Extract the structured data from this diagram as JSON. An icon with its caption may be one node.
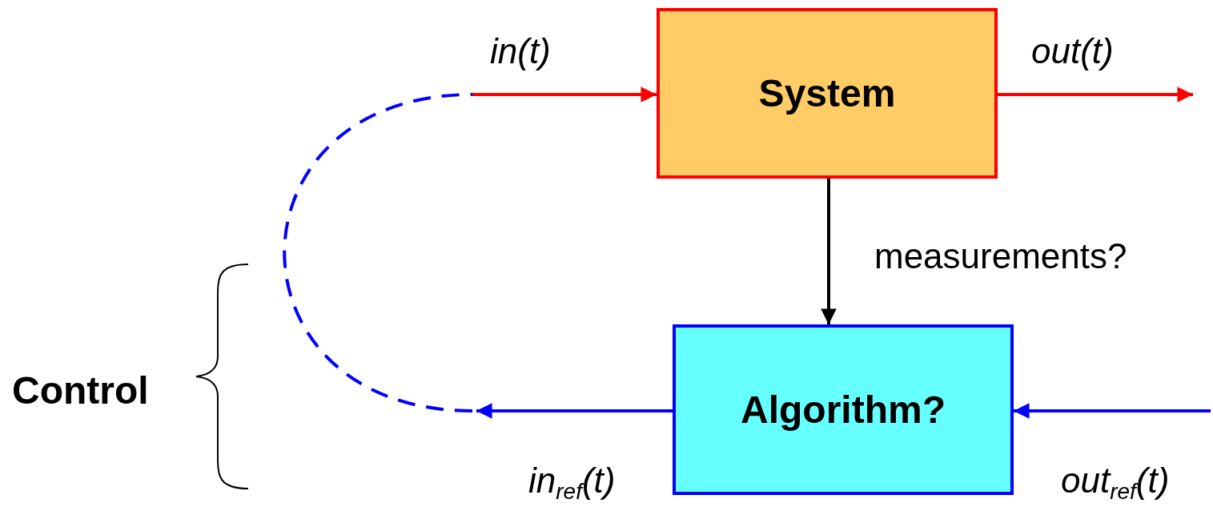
{
  "diagram": {
    "nodes": [
      {
        "text": [
          "System"
        ]
      },
      {
        "text": [
          "Algorithm?"
        ]
      }
    ],
    "edges": [
      {
        "from": null,
        "to": 0,
        "arrow": "to",
        "label": "in(t)",
        "color": "#ff0000"
      },
      {
        "from": 0,
        "to": null,
        "arrow": "to",
        "label": "out(t)",
        "color": "#ff0000"
      },
      {
        "from": 0,
        "to": 1,
        "arrow": "to",
        "label": "measurements?",
        "color": "#000000"
      },
      {
        "from": 1,
        "to": null,
        "arrow": "to",
        "label": "in$_{ref}$(t)",
        "color": "#0000ff"
      },
      {
        "from": null,
        "to": 1,
        "arrow": "to",
        "label": "out$_{ref}$(t)",
        "color": "#0000ff"
      }
    ],
    "labels": [
      "Control"
    ]
  }
}
